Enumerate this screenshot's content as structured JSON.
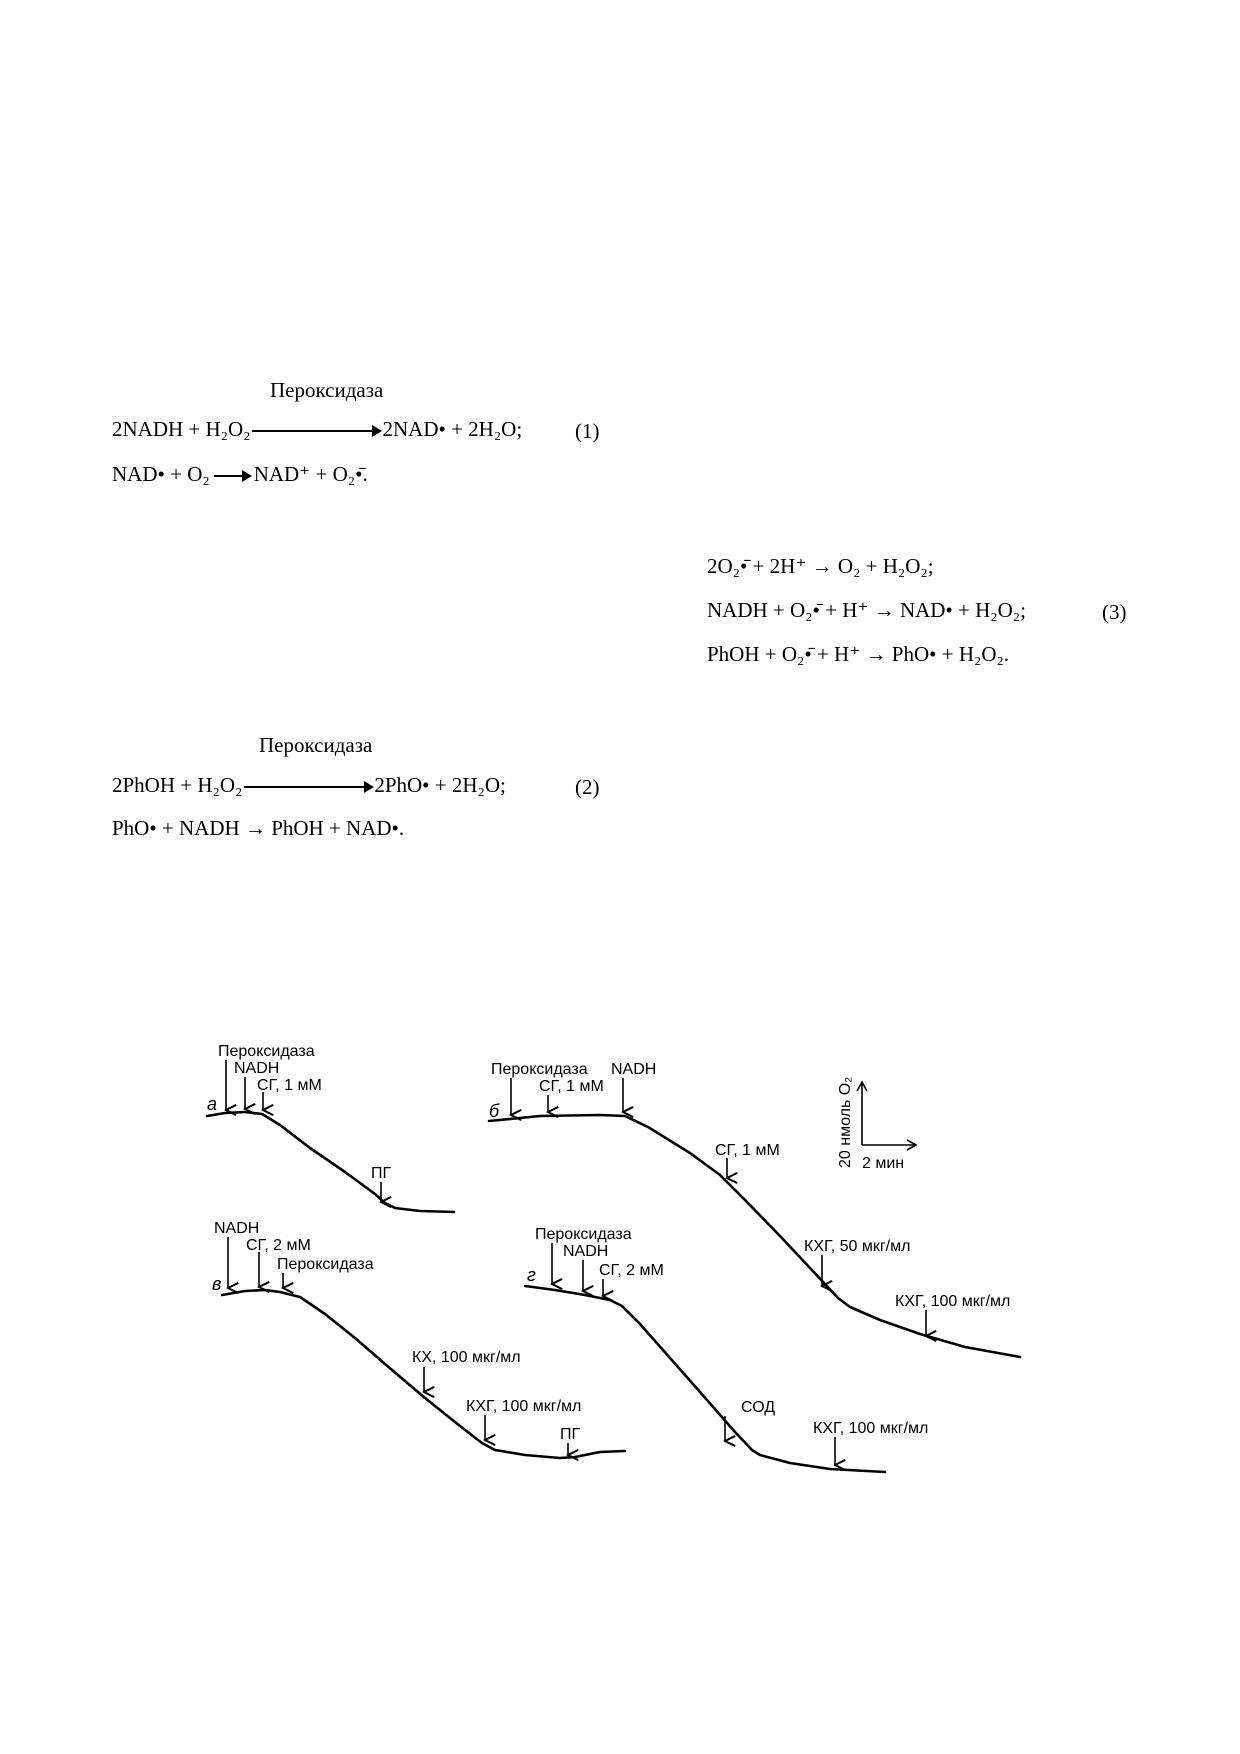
{
  "scheme1": {
    "enzyme": "Пероксидаза",
    "line1_left": "2NADH + H₂O₂",
    "line1_right": "2NAD• + 2H₂O;",
    "number": "(1)",
    "line2_left": "NAD• + O₂",
    "line2_right": "NAD⁺ + O₂•̄."
  },
  "scheme2": {
    "enzyme": "Пероксидаза",
    "line1_left": "2PhOH + H₂O₂",
    "line1_right": "2PhO• + 2H₂O;",
    "number": "(2)",
    "line2": "PhO• + NADH → PhOH + NAD•."
  },
  "scheme3": {
    "line1": "2O₂•̄ + 2H⁺ → O₂ + H₂O₂;",
    "line2": "NADH + O₂•̄ + H⁺ → NAD• + H₂O₂;",
    "number": "(3)",
    "line3": "PhOH + O₂•̄ + H⁺ → PhO• + H₂O₂."
  },
  "figure": {
    "scale_y_label": "20 нмоль O₂",
    "scale_x_label": "2 мин",
    "panels": [
      {
        "letter": "а",
        "labels": [
          {
            "text": "Пероксидаза"
          },
          {
            "text": "NADH"
          },
          {
            "text": "СГ, 1 мМ"
          },
          {
            "text": "ПГ"
          }
        ]
      },
      {
        "letter": "б",
        "labels": [
          {
            "text": "Пероксидаза"
          },
          {
            "text": "СГ, 1 мМ"
          },
          {
            "text": "NADH"
          },
          {
            "text": "СГ, 1 мМ"
          },
          {
            "text": "КХГ, 50 мкг/мл"
          },
          {
            "text": "КХГ, 100 мкг/мл"
          }
        ]
      },
      {
        "letter": "в",
        "labels": [
          {
            "text": "NADH"
          },
          {
            "text": "СГ, 2 мМ"
          },
          {
            "text": "Пероксидаза"
          },
          {
            "text": "КХ, 100 мкг/мл"
          },
          {
            "text": "КХГ, 100 мкг/мл"
          },
          {
            "text": "ПГ"
          }
        ]
      },
      {
        "letter": "г",
        "labels": [
          {
            "text": "Пероксидаза"
          },
          {
            "text": "NADH"
          },
          {
            "text": "СГ, 2 мМ"
          },
          {
            "text": "СОД"
          },
          {
            "text": "КХГ, 100 мкг/мл"
          }
        ]
      }
    ]
  }
}
